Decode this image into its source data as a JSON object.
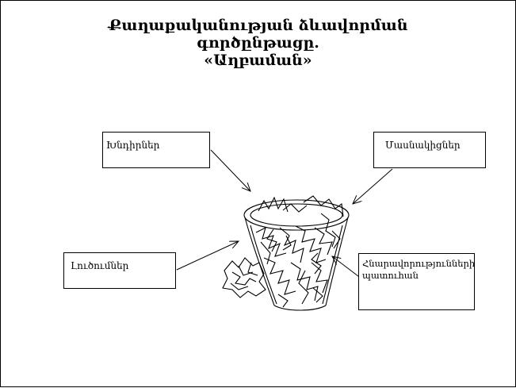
{
  "slide": {
    "title_lines": [
      "Քաղաքականության ձևավորման",
      "գործընթացը.",
      "«Աղբաման»"
    ]
  },
  "boxes": {
    "problems": "Խնդիրներ",
    "participants": "Մասնակիցներ",
    "solutions": "Լուծումներ",
    "opportunities": "Հնարավորությունների պատուհան"
  },
  "colors": {
    "line": "#000000",
    "background": "#ffffff"
  },
  "icons": {
    "center": "garbage-can-icon",
    "side": "crumpled-paper-icon"
  }
}
